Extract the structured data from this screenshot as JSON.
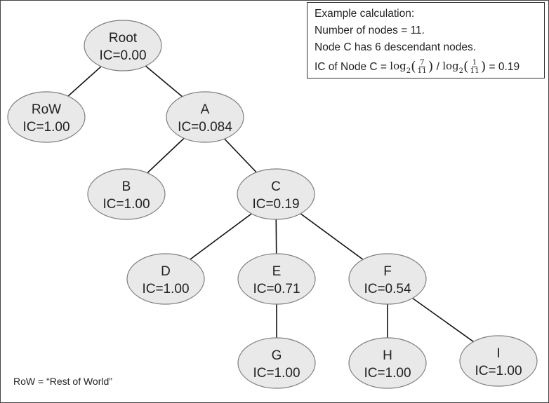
{
  "nodes": [
    {
      "id": "root",
      "label": "Root",
      "ic": "IC=0.00"
    },
    {
      "id": "row",
      "label": "RoW",
      "ic": "IC=1.00"
    },
    {
      "id": "a",
      "label": "A",
      "ic": "IC=0.084"
    },
    {
      "id": "b",
      "label": "B",
      "ic": "IC=1.00"
    },
    {
      "id": "c",
      "label": "C",
      "ic": "IC=0.19"
    },
    {
      "id": "d",
      "label": "D",
      "ic": "IC=1.00"
    },
    {
      "id": "e",
      "label": "E",
      "ic": "IC=0.71"
    },
    {
      "id": "f",
      "label": "F",
      "ic": "IC=0.54"
    },
    {
      "id": "g",
      "label": "G",
      "ic": "IC=1.00"
    },
    {
      "id": "h",
      "label": "H",
      "ic": "IC=1.00"
    },
    {
      "id": "i",
      "label": "I",
      "ic": "IC=1.00"
    }
  ],
  "edges": [
    [
      "root",
      "row"
    ],
    [
      "root",
      "a"
    ],
    [
      "a",
      "b"
    ],
    [
      "a",
      "c"
    ],
    [
      "c",
      "d"
    ],
    [
      "c",
      "e"
    ],
    [
      "c",
      "f"
    ],
    [
      "e",
      "g"
    ],
    [
      "f",
      "h"
    ],
    [
      "f",
      "i"
    ]
  ],
  "calculation": {
    "title": "Example calculation:",
    "line1": "Number of nodes = 11.",
    "line2": "Node C has 6 descendant nodes.",
    "formula_prefix": "IC of Node C = ",
    "log_word": "log",
    "log_base": "2",
    "frac1_num": "7",
    "frac1_den": "11",
    "divide": " / ",
    "frac2_num": "1",
    "frac2_den": "11",
    "result": " = 0.19"
  },
  "legend_note": "RoW = “Rest of World”"
}
